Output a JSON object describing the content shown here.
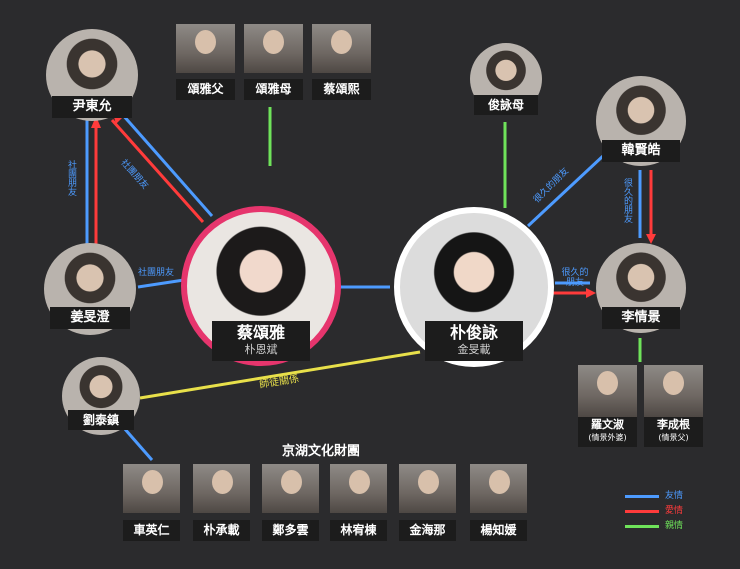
{
  "colors": {
    "friendship": "#4d9bff",
    "romance": "#ff3b3b",
    "family": "#6fe35a",
    "mentor": "#e8e04a",
    "background": "#2b2b2d"
  },
  "characters": {
    "yoon": "尹東允",
    "kang": "姜旻澄",
    "liu": "劉泰鎮",
    "chae": "蔡頌雅",
    "chae_actor": "朴恩斌",
    "park": "朴俊詠",
    "park_actor": "金旻載",
    "han": "韓賢皓",
    "park_mom": "俊詠母",
    "lee": "李情景",
    "chae_dad": "頌雅父",
    "chae_mom": "頌雅母",
    "chae_sis": "蔡頌熙",
    "luo": "羅文淑",
    "luo_note": "(情景外婆)",
    "lee_dad": "李成根",
    "lee_dad_note": "(情景父)"
  },
  "relations": {
    "social_friend": "社團朋友",
    "social_friend_v": "社團朋友",
    "social_friend_diag": "社團朋友",
    "old_friend_1": "很久的朋友",
    "old_friend_2": "很久的朋友",
    "old_friend_3": "很久的朋友",
    "mentor": "師徒關係"
  },
  "group": {
    "title": "京湖文化財團",
    "members": [
      "車英仁",
      "朴承載",
      "鄭多雲",
      "林宥棟",
      "金海那",
      "楊知媛"
    ]
  },
  "legend": {
    "friendship": "友情",
    "romance": "愛情",
    "family": "親情"
  }
}
